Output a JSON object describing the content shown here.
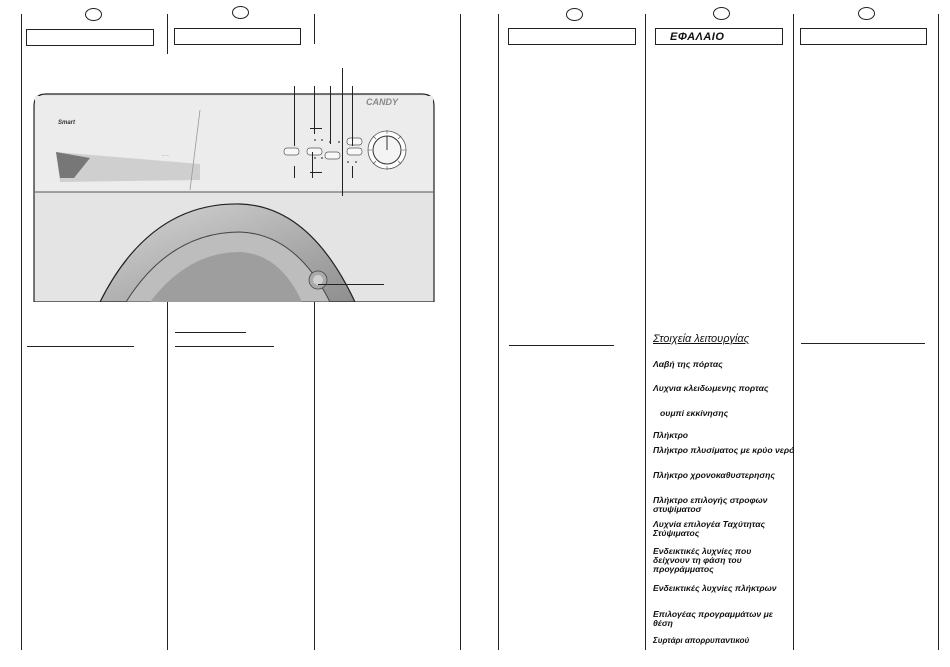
{
  "brand": {
    "logo": "CANDY",
    "model": "Smart"
  },
  "section": {
    "title": "Στοιχεία λειτουργίας",
    "items": [
      "Λαβή της πόρτας",
      "Λυχνια κλειδωμενης πορτας",
      "ουμπί εκκίνησης",
      "Πλήκτρο",
      "Πλήκτρο πλυσίματος με κρύο νερό",
      "Πλήκτρο χρονοκαθυστερησης",
      "Πλήκτρο επιλογής στροφων στυψίματοσ",
      "Λυχνία επιλογέα Ταχύτητας Στύψιματος",
      "Ενδεικτικές λυχνίες που δείχνουν τη φάση του προγράμματος",
      "Ενδεικτικές λυχνίες πλήκτρων",
      "Επιλογέας προγραμμάτων με θέση",
      "Συρτάρι απορρυπαντικού"
    ]
  },
  "headers": {
    "col5": "ΕΦΑΛΑΙΟ"
  }
}
